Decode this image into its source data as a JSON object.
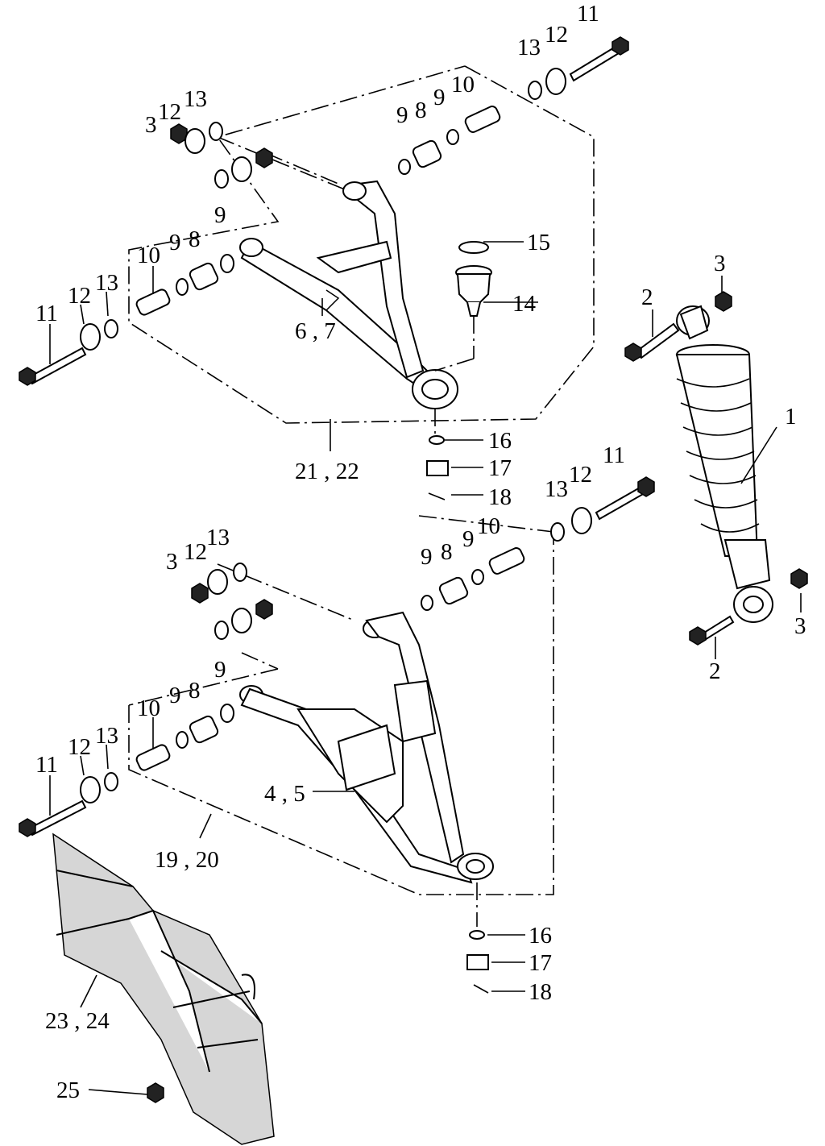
{
  "labels": {
    "l1": "1",
    "l2a": "2",
    "l2b": "2",
    "l3a": "3",
    "l3b": "3",
    "l3c": "3",
    "l3d": "3",
    "l45": "4 , 5",
    "l67": "6 , 7",
    "l8a": "8",
    "l8b": "8",
    "l8c": "8",
    "l8d": "8",
    "l9a": "9",
    "l9b": "9",
    "l9c": "9",
    "l9d": "9",
    "l9e": "9",
    "l9f": "9",
    "l9g": "9",
    "l9h": "9",
    "l10a": "10",
    "l10b": "10",
    "l10c": "10",
    "l10d": "10",
    "l11a": "11",
    "l11b": "11",
    "l11c": "11",
    "l11d": "11",
    "l12a": "12",
    "l12b": "12",
    "l12c": "12",
    "l12d": "12",
    "l12e": "12",
    "l12f": "12",
    "l13a": "13",
    "l13b": "13",
    "l13c": "13",
    "l13d": "13",
    "l13e": "13",
    "l13f": "13",
    "l14": "14",
    "l15": "15",
    "l16a": "16",
    "l16b": "16",
    "l17a": "17",
    "l17b": "17",
    "l18a": "18",
    "l18b": "18",
    "l1920": "19 , 20",
    "l2122": "21 , 22",
    "l2324": "23 , 24",
    "l25": "25"
  },
  "icons": [
    "bolt-icon",
    "nut-icon",
    "washer-icon",
    "bushing-icon",
    "collar-icon",
    "shock-absorber-icon",
    "a-arm-icon",
    "ball-joint-icon",
    "circlip-icon",
    "mud-guard-icon"
  ]
}
